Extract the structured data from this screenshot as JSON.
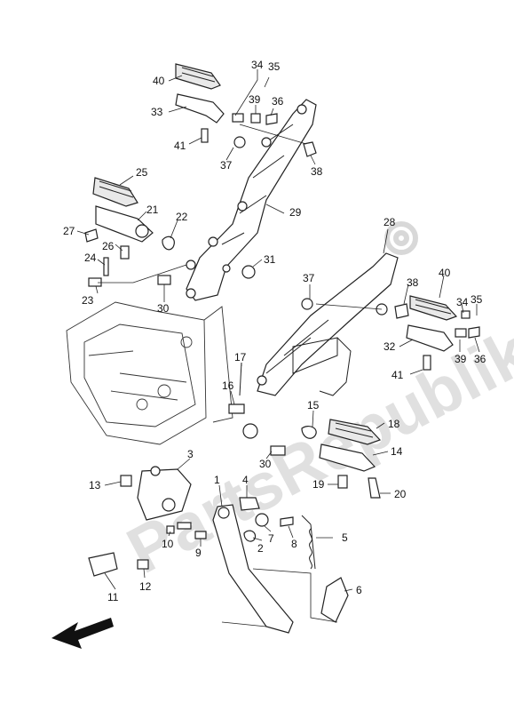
{
  "watermark": {
    "text": "PartsRepublik"
  },
  "callouts": [
    {
      "id": "c40a",
      "label": "40"
    },
    {
      "id": "c34a",
      "label": "34"
    },
    {
      "id": "c35a",
      "label": "35"
    },
    {
      "id": "c33",
      "label": "33"
    },
    {
      "id": "c39a",
      "label": "39"
    },
    {
      "id": "c36a",
      "label": "36"
    },
    {
      "id": "c41a",
      "label": "41"
    },
    {
      "id": "c37a",
      "label": "37"
    },
    {
      "id": "c38a",
      "label": "38"
    },
    {
      "id": "c25",
      "label": "25"
    },
    {
      "id": "c29",
      "label": "29"
    },
    {
      "id": "c21",
      "label": "21"
    },
    {
      "id": "c22",
      "label": "22"
    },
    {
      "id": "c27",
      "label": "27"
    },
    {
      "id": "c26",
      "label": "26"
    },
    {
      "id": "c24",
      "label": "24"
    },
    {
      "id": "c31",
      "label": "31"
    },
    {
      "id": "c23",
      "label": "23"
    },
    {
      "id": "c30a",
      "label": "30"
    },
    {
      "id": "c28",
      "label": "28"
    },
    {
      "id": "c40b",
      "label": "40"
    },
    {
      "id": "c37b",
      "label": "37"
    },
    {
      "id": "c38b",
      "label": "38"
    },
    {
      "id": "c34b",
      "label": "34"
    },
    {
      "id": "c35b",
      "label": "35"
    },
    {
      "id": "c32",
      "label": "32"
    },
    {
      "id": "c39b",
      "label": "39"
    },
    {
      "id": "c36b",
      "label": "36"
    },
    {
      "id": "c41b",
      "label": "41"
    },
    {
      "id": "c17",
      "label": "17"
    },
    {
      "id": "c16",
      "label": "16"
    },
    {
      "id": "c15",
      "label": "15"
    },
    {
      "id": "c18",
      "label": "18"
    },
    {
      "id": "c14",
      "label": "14"
    },
    {
      "id": "c30b",
      "label": "30"
    },
    {
      "id": "c19",
      "label": "19"
    },
    {
      "id": "c20",
      "label": "20"
    },
    {
      "id": "c3",
      "label": "3"
    },
    {
      "id": "c13",
      "label": "13"
    },
    {
      "id": "c1",
      "label": "1"
    },
    {
      "id": "c4",
      "label": "4"
    },
    {
      "id": "c5",
      "label": "5"
    },
    {
      "id": "c7",
      "label": "7"
    },
    {
      "id": "c8",
      "label": "8"
    },
    {
      "id": "c2",
      "label": "2"
    },
    {
      "id": "c10",
      "label": "10"
    },
    {
      "id": "c9",
      "label": "9"
    },
    {
      "id": "c12",
      "label": "12"
    },
    {
      "id": "c11",
      "label": "11"
    },
    {
      "id": "c6",
      "label": "6"
    }
  ],
  "icons": {
    "direction_arrow": "front-direction-arrow-icon"
  },
  "colors": {
    "line": "#222222",
    "watermark": "#c8c8c8",
    "background": "#ffffff"
  }
}
